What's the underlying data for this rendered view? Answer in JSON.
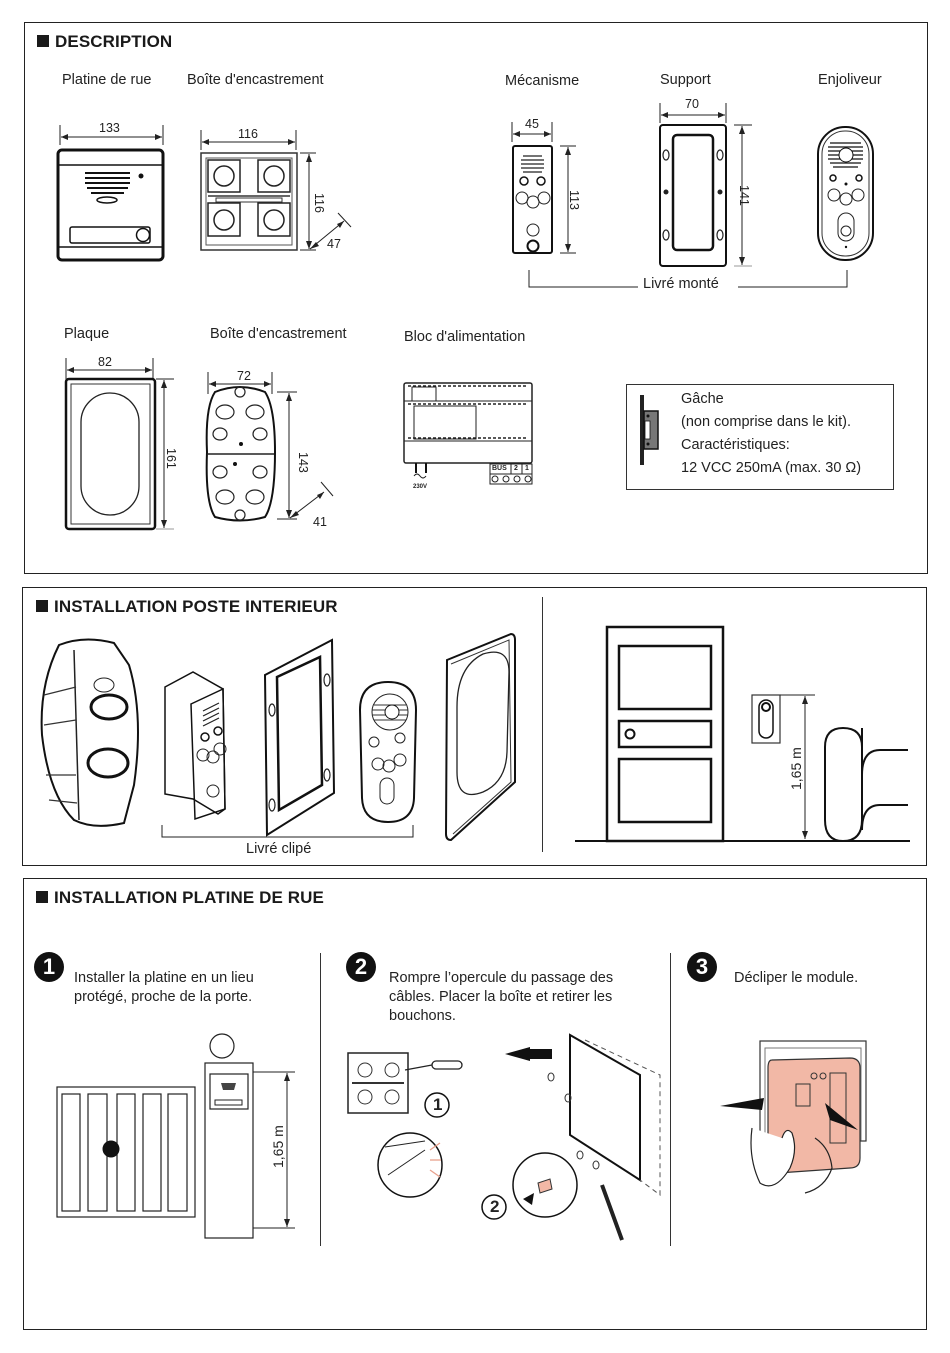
{
  "description": {
    "title": "DESCRIPTION",
    "items": [
      {
        "name": "Platine de rue",
        "dims": {
          "width": "133"
        }
      },
      {
        "name": "Boîte d'encastrement",
        "dims": {
          "width": "116",
          "height": "116",
          "depth": "47"
        }
      },
      {
        "name": "Mécanisme",
        "dims": {
          "width": "45",
          "height": "113"
        }
      },
      {
        "name": "Support",
        "dims": {
          "width": "70",
          "height": "141"
        }
      },
      {
        "name": "Enjoliveur",
        "dims": {}
      },
      {
        "name": "Plaque",
        "dims": {
          "width": "82",
          "height": "161"
        }
      },
      {
        "name": "Boîte d'encastrement",
        "dims": {
          "width": "72",
          "height": "143",
          "depth": "41"
        }
      },
      {
        "name": "Bloc d'alimentation",
        "terminals": [
          "BUS",
          "2",
          "1"
        ],
        "input": "230V"
      }
    ],
    "group_label": "Livré monté",
    "gache": {
      "title": "Gâche",
      "note": "(non comprise dans le kit).",
      "spec_label": "Caractéristiques:",
      "spec": "12 VCC 250mA (max. 30 Ω)"
    }
  },
  "interior": {
    "title": "INSTALLATION POSTE INTERIEUR",
    "group_label": "Livré clipé",
    "height_label": "1,65 m"
  },
  "platine": {
    "title": "INSTALLATION PLATINE DE RUE",
    "steps": [
      {
        "number": "1",
        "text_line1": "Installer la platine en un lieu",
        "text_line2": "protégé,  proche de la porte.",
        "height_label": "1,65 m"
      },
      {
        "number": "2",
        "text_line1": "Rompre l’opercule du passage des",
        "text_line2": "câbles. Placer la boîte et retirer les",
        "text_line3": "bouchons.",
        "callouts": [
          "1",
          "2"
        ]
      },
      {
        "number": "3",
        "text_line1": "Décliper le module."
      }
    ]
  },
  "colors": {
    "ink": "#1a1a1a",
    "highlight": "#f2b8a6"
  }
}
